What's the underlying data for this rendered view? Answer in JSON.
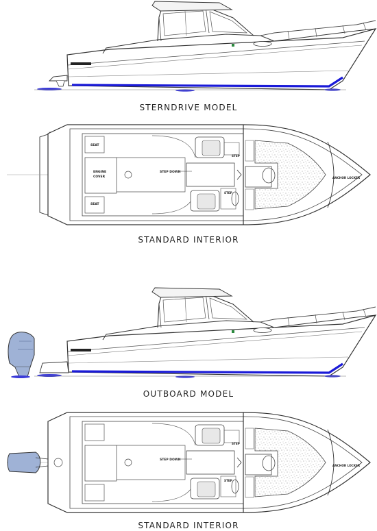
{
  "captions": {
    "sterndrive": "STERNDRIVE MODEL",
    "interior_top": "STANDARD INTERIOR",
    "outboard": "OUTBOARD MODEL",
    "interior_bottom": "STANDARD INTERIOR"
  },
  "plan_labels": {
    "seat": "SEAT",
    "engine_cover_1": "ENGINE",
    "engine_cover_2": "COVER",
    "step_down": "STEP DOWN",
    "step": "STEP",
    "anchor_locker": "ANCHOR LOCKER"
  },
  "colors": {
    "hull_stripe": "#1a1ad8",
    "shadow": "#3b3bd8",
    "outboard_engine": "#9fb2d6",
    "line": "#333333"
  }
}
